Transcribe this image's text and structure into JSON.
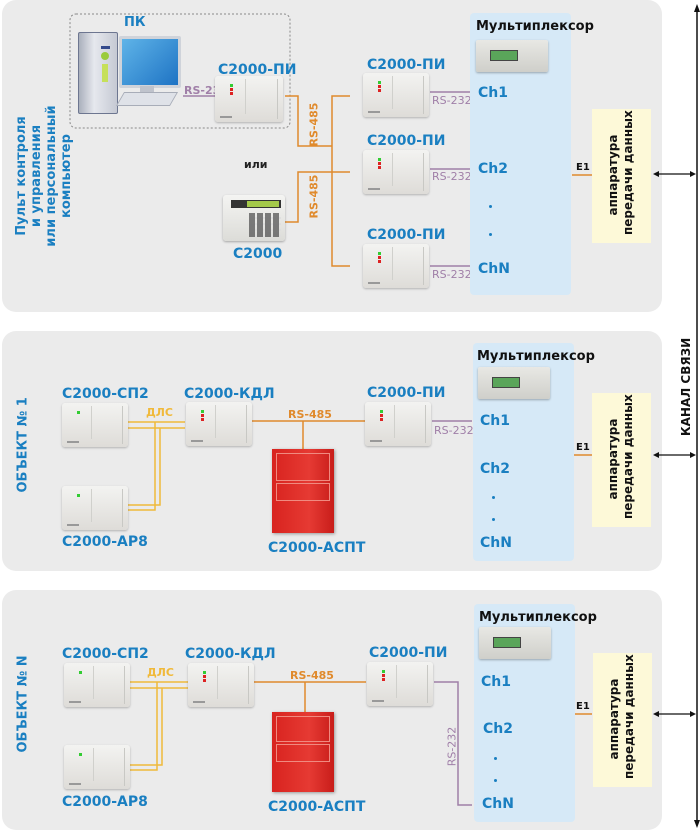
{
  "colors": {
    "accent_blue": "#1a7fc1",
    "rs485_orange": "#e08a2c",
    "rs232_purple": "#a07fa8",
    "dls_yellow": "#f0b93a",
    "panel_bg": "#ebebeb",
    "mux_bg": "#d6e9f7",
    "apd_bg": "#fdf9d8"
  },
  "channel_label": "КАНАЛ СВЯЗИ",
  "panel1": {
    "side_label": [
      "Пульт контроля",
      "и управления",
      "или персональный",
      "компьютер"
    ],
    "pc_label": "ПК",
    "pc_pi_label": "С2000-ПИ",
    "pc_link": "RS-232",
    "or_label": "или",
    "c2000_label": "С2000",
    "rs485_top": "RS-485",
    "rs485_bottom": "RS-485",
    "pi_units": [
      {
        "label": "С2000-ПИ",
        "link": "RS-232"
      },
      {
        "label": "С2000-ПИ",
        "link": "RS-232"
      },
      {
        "label": "С2000-ПИ",
        "link": "RS-232"
      }
    ],
    "mux": {
      "title": "Мультиплексор",
      "channels": [
        "Ch1",
        "Ch2",
        "ChN"
      ]
    },
    "e1": "E1",
    "apd": [
      "аппаратура",
      "передачи данных"
    ]
  },
  "panel2": {
    "side_label": "ОБЪЕКТ № 1",
    "sp2": "С2000-СП2",
    "ar8": "С2000-АР8",
    "kdl": "С2000-КДЛ",
    "aspt": "С2000-АСПТ",
    "dls": "ДЛС",
    "rs485": "RS-485",
    "pi": "С2000-ПИ",
    "rs232": "RS-232",
    "mux": {
      "title": "Мультиплексор",
      "channels": [
        "Ch1",
        "Ch2",
        "ChN"
      ]
    },
    "e1": "E1",
    "apd": [
      "аппаратура",
      "передачи данных"
    ]
  },
  "panel3": {
    "side_label": "ОБЪЕКТ № N",
    "sp2": "С2000-СП2",
    "ar8": "С2000-АР8",
    "kdl": "С2000-КДЛ",
    "aspt": "С2000-АСПТ",
    "dls": "ДЛС",
    "rs485": "RS-485",
    "pi": "С2000-ПИ",
    "rs232": "RS-232",
    "mux": {
      "title": "Мультиплексор",
      "channels": [
        "Ch1",
        "Ch2",
        "ChN"
      ]
    },
    "e1": "E1",
    "apd": [
      "аппаратура",
      "передачи данных"
    ]
  }
}
